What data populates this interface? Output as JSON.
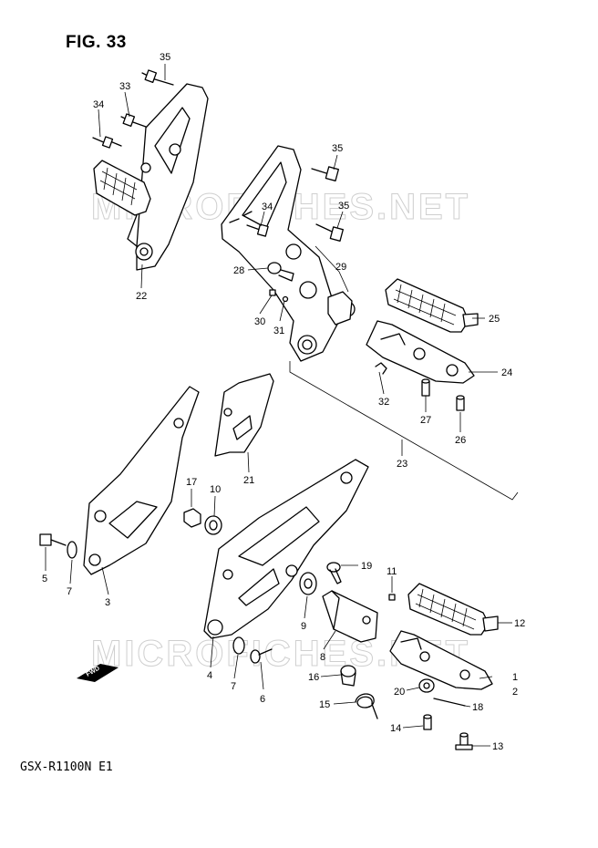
{
  "figure": {
    "title": "FIG. 33",
    "model": "GSX-R1100N E1"
  },
  "watermark": {
    "text": "MICROFICHES.NET"
  },
  "arrow_label": "FWD",
  "callouts": [
    "35",
    "33",
    "34",
    "22",
    "35",
    "34",
    "35",
    "28",
    "29",
    "30",
    "31",
    "25",
    "24",
    "32",
    "27",
    "26",
    "23",
    "21",
    "17",
    "10",
    "5",
    "7",
    "3",
    "19",
    "11",
    "9",
    "12",
    "8",
    "4",
    "7",
    "6",
    "16",
    "15",
    "20",
    "1",
    "2",
    "18",
    "14",
    "13"
  ]
}
